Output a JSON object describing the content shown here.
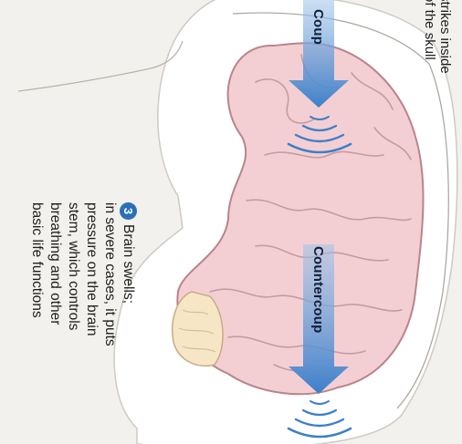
{
  "top_caption": "strikes inside\nof the skull",
  "coup_label": "Coup",
  "countercoup_label": "Countercoup",
  "step3": {
    "number": "3",
    "text": "Brain swells;\nin severe cases, it puts\npressure on the brain\nstem, which controls\nbreathing and other\nbasic life functions"
  },
  "colors": {
    "background": "#f2f1ee",
    "head_fill": "#ffffff",
    "brain_fill": "#f3cfd3",
    "brain_outline": "#b9848c",
    "arrow": "#3d7fc9",
    "badge": "#2a6fb7"
  }
}
